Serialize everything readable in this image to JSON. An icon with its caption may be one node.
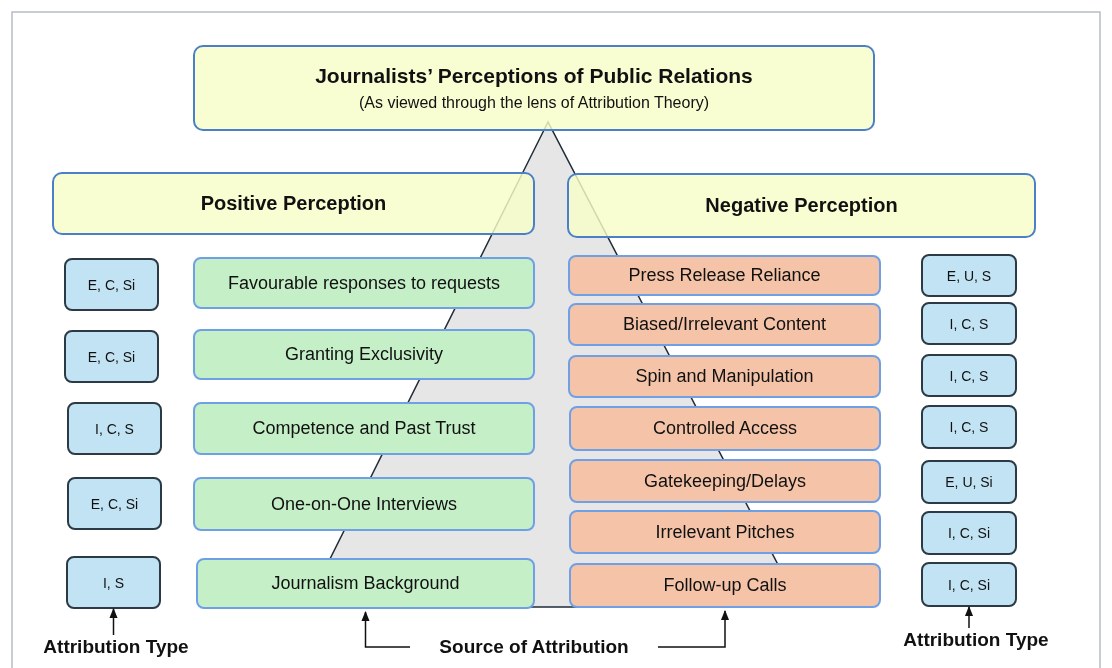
{
  "diagram": {
    "nodes": [
      {
        "text": [
          "Journalists’ Perceptions of Public Relations",
          "(As viewed through the lens of Attribution Theory)"
        ]
      },
      {
        "text": [
          "Positive Perception"
        ]
      },
      {
        "text": [
          "Negative Perception"
        ]
      },
      {
        "text": [
          "E, C, Si"
        ]
      },
      {
        "text": [
          "E, C, Si"
        ]
      },
      {
        "text": [
          "I, C, S"
        ]
      },
      {
        "text": [
          "E, C, Si"
        ]
      },
      {
        "text": [
          "I, S"
        ]
      },
      {
        "text": [
          "Favourable responses to requests"
        ]
      },
      {
        "text": [
          "Granting Exclusivity"
        ]
      },
      {
        "text": [
          "Competence and Past Trust"
        ]
      },
      {
        "text": [
          "One-on-One Interviews"
        ]
      },
      {
        "text": [
          "Journalism Background"
        ]
      },
      {
        "text": [
          "Press Release Reliance"
        ]
      },
      {
        "text": [
          "Biased/Irrelevant Content"
        ]
      },
      {
        "text": [
          "Spin and Manipulation"
        ]
      },
      {
        "text": [
          "Controlled Access"
        ]
      },
      {
        "text": [
          "Gatekeeping/Delays"
        ]
      },
      {
        "text": [
          "Irrelevant Pitches"
        ]
      },
      {
        "text": [
          "Follow-up Calls"
        ]
      },
      {
        "text": [
          "E, U, S"
        ]
      },
      {
        "text": [
          "I, C, S"
        ]
      },
      {
        "text": [
          "I, C, S"
        ]
      },
      {
        "text": [
          "I, C, S"
        ]
      },
      {
        "text": [
          "E, U, Si"
        ]
      },
      {
        "text": [
          "I, C, Si"
        ]
      },
      {
        "text": [
          "I, C, Si"
        ]
      },
      {
        "text": [
          "Attribution Type"
        ]
      },
      {
        "text": [
          "Source of Attribution"
        ]
      },
      {
        "text": [
          "Attribution Type"
        ]
      }
    ],
    "edges": [
      {
        "from": 27,
        "to": 7,
        "arrow": "to"
      },
      {
        "from": 28,
        "to": 12,
        "arrow": "to"
      },
      {
        "from": 28,
        "to": 19,
        "arrow": "to"
      },
      {
        "from": 29,
        "to": 26,
        "arrow": "to"
      }
    ]
  }
}
